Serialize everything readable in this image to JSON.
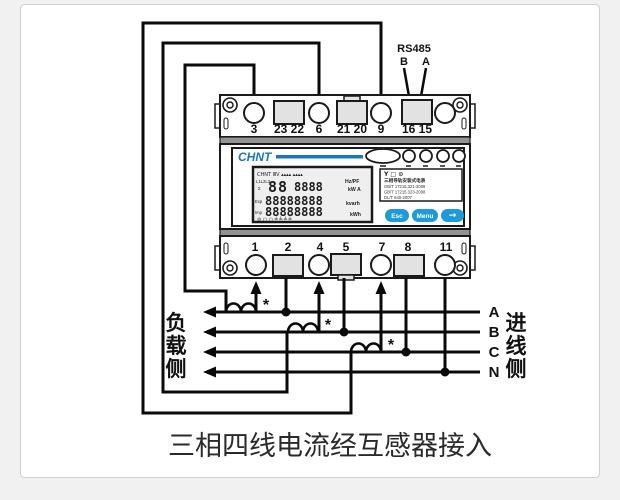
{
  "caption": "三相四线电流经互感器接入",
  "rs485": {
    "label": "RS485",
    "terminal_b": "B",
    "terminal_a": "A"
  },
  "wiring": {
    "load_side_chars": [
      "负",
      "载",
      "侧"
    ],
    "line_side_chars": [
      "进",
      "线",
      "侧"
    ],
    "phase_labels": [
      "A",
      "B",
      "C",
      "N"
    ],
    "polarity_mark": "*"
  },
  "meter": {
    "brand": "CHNT",
    "top_terminal_labels": [
      "3",
      "23 22",
      "6",
      "21 20",
      "9",
      "16 15"
    ],
    "bottom_terminal_labels": [
      "1",
      "2",
      "4",
      "5",
      "7",
      "8",
      "11"
    ],
    "buttons": {
      "esc": "Esc",
      "menu": "Menu",
      "next": "→"
    },
    "nameplate": {
      "symbols": "Y □ ⊙",
      "product": "三相导轨安装式电表",
      "std1": "GB/T 17215.321-2008",
      "std2": "GB/T 17215.323-2008",
      "std3": "DL/T 645-2007"
    },
    "lcd": {
      "icon_row": "CHNT ⅢV ▴▴▴▴ ▴▴▴▴",
      "phase_label": "L1L2L3",
      "sum_label": "Σ",
      "main_digits": "88",
      "sub_digits": "8888",
      "unit_row2a": "Hz/PF",
      "unit_row2b": "kW A",
      "exp_label": "Exp",
      "row3_digits": "88888888",
      "unit_row3": "kvarh",
      "imp_label": "Imp",
      "row4_digits": "88888888",
      "unit_row4": "kWh",
      "bottom_icons": "⊘ ○ ○ ╧ ╧ ╧ ╧"
    }
  },
  "colors": {
    "brand_blue": "#1878be",
    "button_blue": "#1d9bd7",
    "wire": "#0a0a0a"
  }
}
